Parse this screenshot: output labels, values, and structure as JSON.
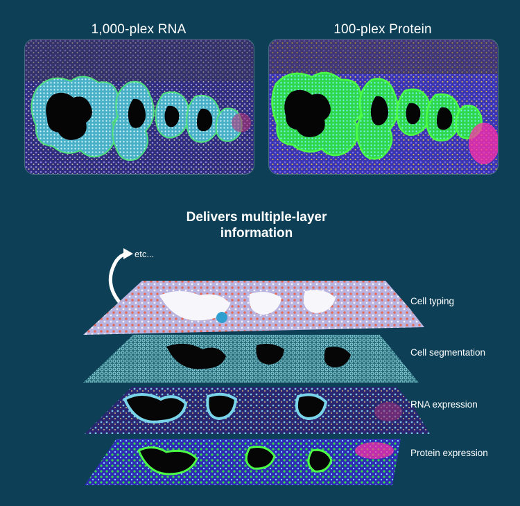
{
  "panels": [
    {
      "title": "1,000-plex RNA"
    },
    {
      "title": "100-plex Protein"
    }
  ],
  "headline": {
    "line1": "Delivers multiple-layer",
    "line2": "information"
  },
  "etc_label": "etc...",
  "layers": [
    {
      "label": "Cell typing",
      "icon": "cell-typing-layer"
    },
    {
      "label": "Cell segmentation",
      "icon": "cell-segmentation-layer"
    },
    {
      "label": "RNA expression",
      "icon": "rna-expression-layer"
    },
    {
      "label": "Protein expression",
      "icon": "protein-expression-layer"
    }
  ],
  "colors": {
    "background": "#0d4057",
    "tissue_blue": "#3a3fb0",
    "epithelium_cyan": "#7ed6e8",
    "protein_green": "#39e04a",
    "cell_type_lavender": "#b9b3df",
    "cell_type_red": "#e46a5a"
  }
}
